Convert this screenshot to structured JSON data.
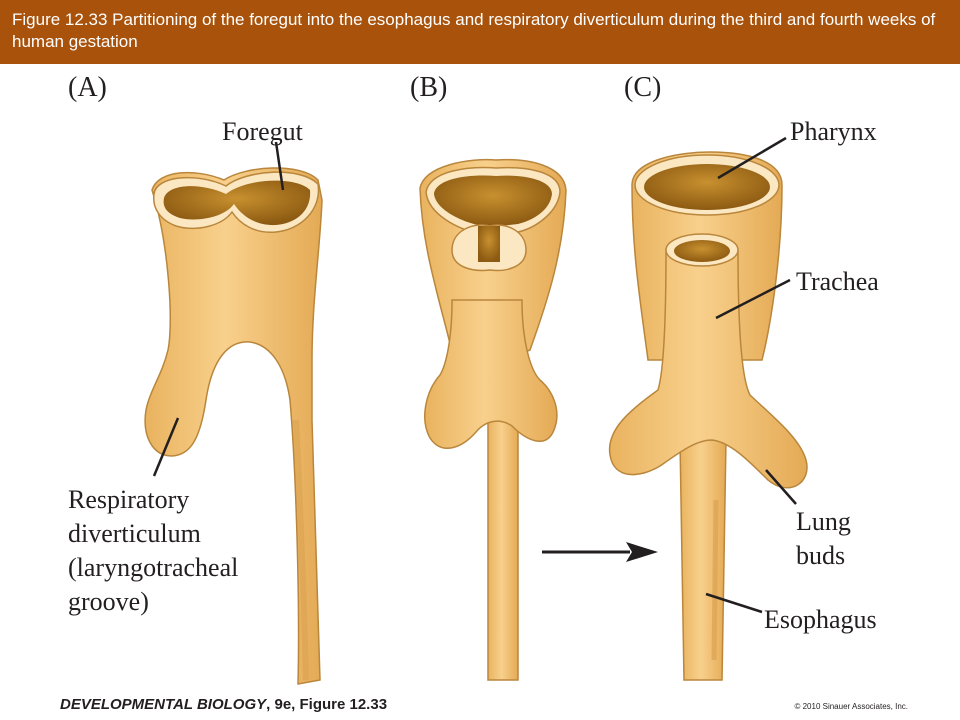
{
  "header": {
    "caption": "Figure 12.33  Partitioning of the foregut into the esophagus and respiratory diverticulum during the third and fourth weeks of human gestation"
  },
  "panels": {
    "a": {
      "letter": "(A)"
    },
    "b": {
      "letter": "(B)"
    },
    "c": {
      "letter": "(C)"
    }
  },
  "labels": {
    "foregut": "Foregut",
    "respiratory_lines": [
      "Respiratory",
      "diverticulum",
      "(laryngotracheal",
      "groove)"
    ],
    "pharynx": "Pharynx",
    "trachea": "Trachea",
    "lung_buds_lines": [
      "Lung",
      "buds"
    ],
    "esophagus": "Esophagus"
  },
  "footer": {
    "book": "DEVELOPMENTAL BIOLOGY",
    "edition_figure": ", 9e, Figure 12.33",
    "copyright": "© 2010 Sinauer Associates, Inc."
  },
  "colors": {
    "header_bg": "#a8520b",
    "tissue": "#f5c77a",
    "tissue_shadow": "#d89f4e",
    "lumen": "#b07a1e",
    "outline": "#231f20"
  }
}
